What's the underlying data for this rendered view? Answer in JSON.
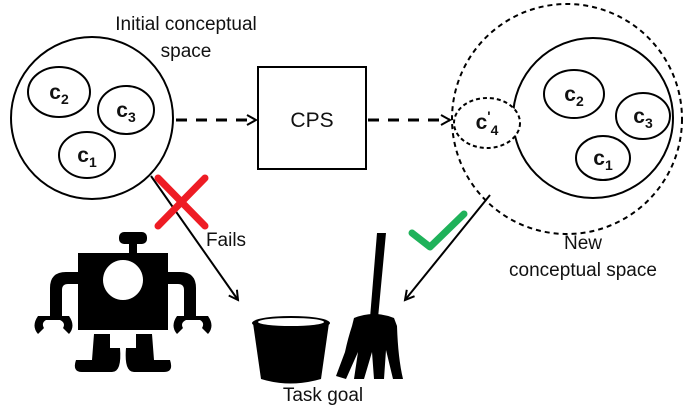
{
  "initial_space": {
    "title_line1": "Initial conceptual",
    "title_line2": "space",
    "concepts": [
      {
        "base": "c",
        "sub": "2",
        "prime": ""
      },
      {
        "base": "c",
        "sub": "3",
        "prime": ""
      },
      {
        "base": "c",
        "sub": "1",
        "prime": ""
      }
    ]
  },
  "process": {
    "label": "CPS"
  },
  "new_space": {
    "title_line1": "New",
    "title_line2": "conceptual space",
    "new_concept": {
      "base": "c",
      "sub": "4",
      "prime": "'"
    },
    "concepts": [
      {
        "base": "c",
        "sub": "2",
        "prime": ""
      },
      {
        "base": "c",
        "sub": "3",
        "prime": ""
      },
      {
        "base": "c",
        "sub": "1",
        "prime": ""
      }
    ]
  },
  "outcomes": {
    "fail_label": "Fails",
    "fail_color": "#ee1c24",
    "success_color": "#1fb25a"
  },
  "goal": {
    "label": "Task goal"
  },
  "icons": [
    "robot-icon",
    "bucket-icon",
    "broom-icon",
    "cross-icon",
    "check-icon"
  ]
}
